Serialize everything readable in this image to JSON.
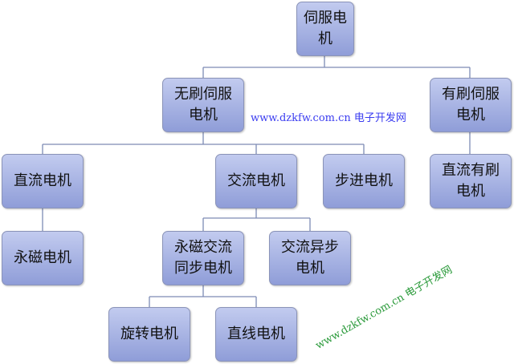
{
  "nodes": {
    "servo": "伺服电机",
    "brushless_servo": "无刷伺服电机",
    "brushed_servo": "有刷伺服电机",
    "dc": "直流电机",
    "ac": "交流电机",
    "stepper": "步进电机",
    "dc_brushed": "直流有刷电机",
    "permanent_magnet": "永磁电机",
    "pm_ac_sync": "永磁交流同步电机",
    "ac_async": "交流异步电机",
    "rotary": "旋转电机",
    "linear": "直线电机"
  },
  "watermarks": [
    "www.dzkfw.com.cn 电子开发网",
    "www.dzkfw.com.cn 电子开发网"
  ],
  "colors": {
    "box_top": "#c2cbef",
    "box_bottom": "#8f9dd8",
    "line": "#7d8bb5"
  }
}
